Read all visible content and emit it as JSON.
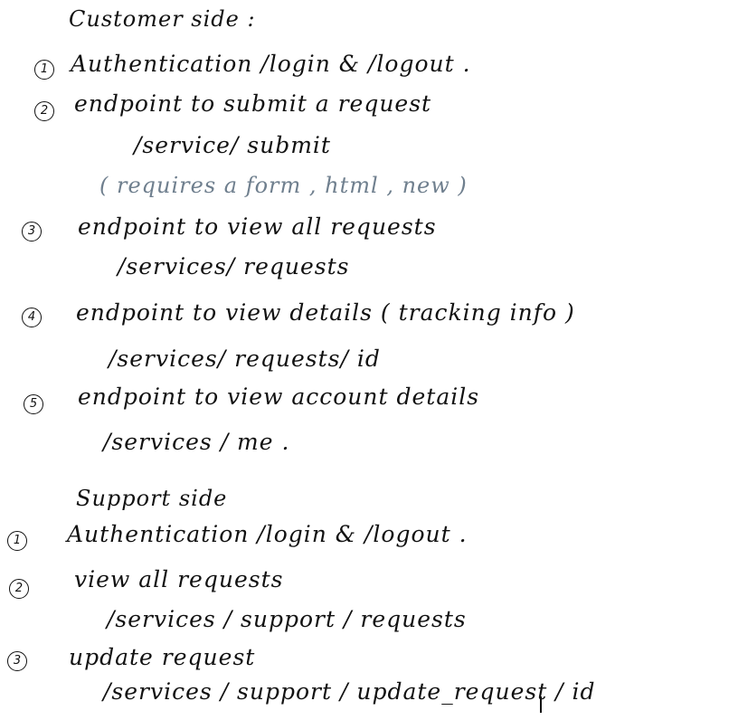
{
  "customer": {
    "heading": "Customer side :",
    "items": [
      {
        "num": "1",
        "text": "Authentication   /login  &  /logout ."
      },
      {
        "num": "2",
        "text": "endpoint to submit  a  request",
        "path": "/service/ submit",
        "note": "( requires  a form , html , new )"
      },
      {
        "num": "3",
        "text": "endpoint  to  view  all  requests",
        "path": "/services/ requests"
      },
      {
        "num": "4",
        "text": "endpoint  to  view  details ( tracking  info )",
        "path": "/services/ requests/ id"
      },
      {
        "num": "5",
        "text": "endpoint  to  view  account  details",
        "path": "/services / me ."
      }
    ]
  },
  "support": {
    "heading": "Support side",
    "items": [
      {
        "num": "1",
        "text": "Authentication   /login  &  /logout ."
      },
      {
        "num": "2",
        "text": "view  all  requests",
        "path": "/services / support / requests"
      },
      {
        "num": "3",
        "text": "update  request",
        "path": "/services / support / update_request / id"
      }
    ]
  }
}
